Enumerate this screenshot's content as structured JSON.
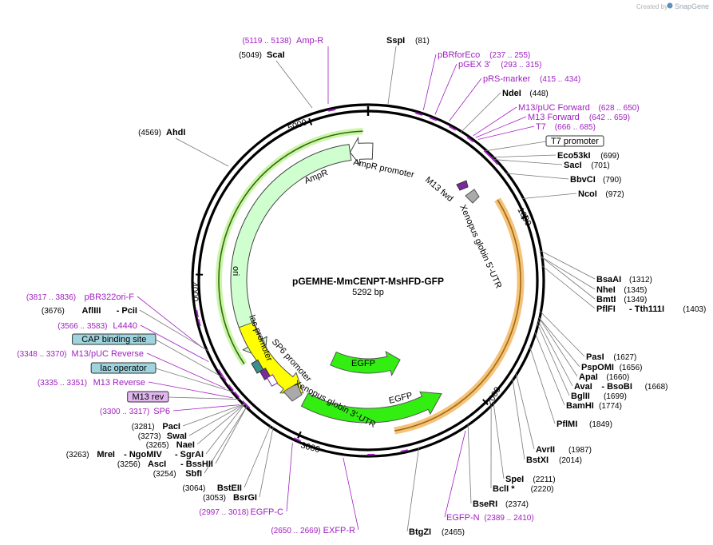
{
  "credit": {
    "prefix": "Created by",
    "brand": "SnapGene"
  },
  "plasmid": {
    "name": "pGEMHE-MmCENPT-MsHFD-GFP",
    "length": "5292 bp"
  },
  "tick_labels": [
    "1000",
    "2000",
    "3000",
    "4000",
    "5000"
  ],
  "features": {
    "ampr": "AmpR",
    "ampr_promoter": "AmpR promoter",
    "ori": "ori",
    "m13_fwd": "M13 fwd",
    "xenopus_5utr": "Xenopus globin 5'-UTR",
    "lac_promoter": "lac promoter",
    "sp6_promoter": "SP6 promoter",
    "xenopus_3utr": "Xenopus globin 3'-UTR",
    "egfp_inner": "EGFP",
    "egfp_outer": "EGFP"
  },
  "top_labels": [
    {
      "name": "Amp-R",
      "pos": "(5119 .. 5138)",
      "kind": "primer"
    },
    {
      "name": "ScaI",
      "pos": "(5049)",
      "kind": "enzyme"
    },
    {
      "name": "SspI",
      "pos": "(81)",
      "kind": "enzyme"
    },
    {
      "name": "AhdI",
      "pos": "(4569)",
      "kind": "enzyme"
    }
  ],
  "right_labels": [
    {
      "name": "pBRforEco",
      "pos": "(237 .. 255)",
      "kind": "primer"
    },
    {
      "name": "pGEX 3'",
      "pos": "(293 .. 315)",
      "kind": "primer"
    },
    {
      "name": "pRS-marker",
      "pos": "(415 .. 434)",
      "kind": "primer"
    },
    {
      "name": "NdeI",
      "pos": "(448)",
      "kind": "enzyme"
    },
    {
      "name": "M13/pUC Forward",
      "pos": "(628 .. 650)",
      "kind": "primer"
    },
    {
      "name": "M13 Forward",
      "pos": "(642 .. 659)",
      "kind": "primer"
    },
    {
      "name": "T7",
      "pos": "(666 .. 685)",
      "kind": "primer"
    },
    {
      "name": "T7 promoter",
      "pos": "",
      "kind": "boxed"
    },
    {
      "name": "Eco53kI",
      "pos": "(699)",
      "kind": "enzyme"
    },
    {
      "name": "SacI",
      "pos": "(701)",
      "kind": "enzyme"
    },
    {
      "name": "BbvCI",
      "pos": "(790)",
      "kind": "enzyme"
    },
    {
      "name": "NcoI",
      "pos": "(972)",
      "kind": "enzyme"
    },
    {
      "name": "BsaAI",
      "pos": "(1312)",
      "kind": "enzyme"
    },
    {
      "name": "NheI",
      "pos": "(1345)",
      "kind": "enzyme"
    },
    {
      "name": "BmtI",
      "pos": "(1349)",
      "kind": "enzyme"
    },
    {
      "name": "PflFI",
      "name2": "Tth111I",
      "pos": "(1403)",
      "kind": "enzyme2"
    },
    {
      "name": "PasI",
      "pos": "(1627)",
      "kind": "enzyme"
    },
    {
      "name": "PspOMI",
      "pos": "(1656)",
      "kind": "enzyme"
    },
    {
      "name": "ApaI",
      "pos": "(1660)",
      "kind": "enzyme"
    },
    {
      "name": "AvaI",
      "name2": "BsoBI",
      "pos": "(1668)",
      "kind": "enzyme2"
    },
    {
      "name": "BglII",
      "pos": "(1699)",
      "kind": "enzyme"
    },
    {
      "name": "BamHI",
      "pos": "(1774)",
      "kind": "enzyme"
    },
    {
      "name": "PflMI",
      "pos": "(1849)",
      "kind": "enzyme"
    },
    {
      "name": "AvrII",
      "pos": "(1987)",
      "kind": "enzyme"
    },
    {
      "name": "BstXI",
      "pos": "(2014)",
      "kind": "enzyme"
    },
    {
      "name": "SpeI",
      "pos": "(2211)",
      "kind": "enzyme"
    },
    {
      "name": "BclI *",
      "pos": "(2220)",
      "kind": "enzyme"
    },
    {
      "name": "BseRI",
      "pos": "(2374)",
      "kind": "enzyme"
    },
    {
      "name": "EGFP-N",
      "pos": "(2389 .. 2410)",
      "kind": "primer"
    },
    {
      "name": "BtgZI",
      "pos": "(2465)",
      "kind": "enzyme"
    }
  ],
  "left_labels": [
    {
      "name": "pBR322ori-F",
      "pos": "(3817 .. 3836)",
      "kind": "primer"
    },
    {
      "name": "AflIII",
      "name2": "PciI",
      "pos": "(3676)",
      "kind": "enzyme2"
    },
    {
      "name": "L4440",
      "pos": "(3566 .. 3583)",
      "kind": "primer"
    },
    {
      "name": "CAP binding site",
      "pos": "",
      "kind": "boxed-teal"
    },
    {
      "name": "M13/pUC Reverse",
      "pos": "(3348 .. 3370)",
      "kind": "primer"
    },
    {
      "name": "lac operator",
      "pos": "",
      "kind": "boxed-teal"
    },
    {
      "name": "M13 Reverse",
      "pos": "(3335 .. 3351)",
      "kind": "primer"
    },
    {
      "name": "M13 rev",
      "pos": "",
      "kind": "boxed-purple"
    },
    {
      "name": "SP6",
      "pos": "(3300 .. 3317)",
      "kind": "primer"
    },
    {
      "name": "PacI",
      "pos": "(3281)",
      "kind": "enzyme"
    },
    {
      "name": "SwaI",
      "pos": "(3273)",
      "kind": "enzyme"
    },
    {
      "name": "NaeI",
      "pos": "(3265)",
      "kind": "enzyme"
    },
    {
      "name": "MreI",
      "name2": "NgoMIV",
      "name3": "SgrAI",
      "pos": "(3263)",
      "kind": "enzyme3"
    },
    {
      "name": "AscI",
      "name2": "BssHII",
      "pos": "(3256)",
      "kind": "enzyme2"
    },
    {
      "name": "SbfI",
      "pos": "(3254)",
      "kind": "enzyme"
    },
    {
      "name": "BstEII",
      "pos": "(3064)",
      "kind": "enzyme"
    },
    {
      "name": "BsrGI",
      "pos": "(3053)",
      "kind": "enzyme"
    },
    {
      "name": "EGFP-C",
      "pos": "(2997 .. 3018)",
      "kind": "primer"
    },
    {
      "name": "EXFP-R",
      "pos": "(2650 .. 2669)",
      "kind": "primer"
    }
  ],
  "colors": {
    "primer": "#a020c0",
    "ampr_fill": "#cfffcf",
    "egfp_fill": "#33ee11",
    "ori_fill": "#ffff00",
    "highlight_orange": "#f5c27a",
    "box_teal": "#9fd4de",
    "box_purple": "#e2b7f0"
  }
}
